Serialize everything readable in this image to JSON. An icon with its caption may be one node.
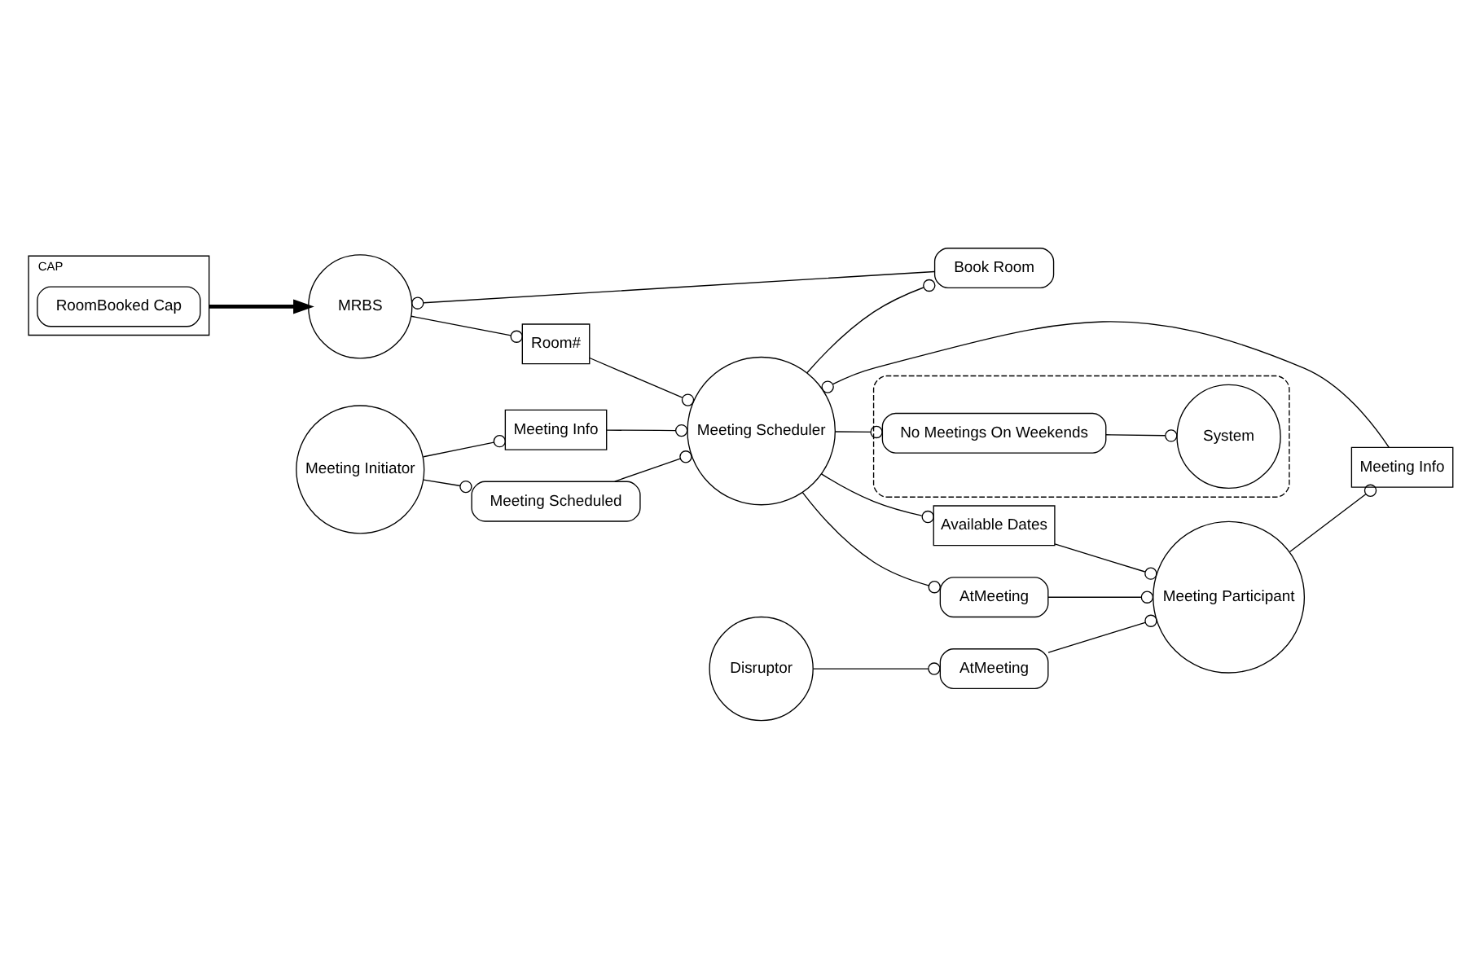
{
  "diagram": {
    "nodes": [
      {
        "text": [
          "CAP"
        ]
      },
      {
        "text": [
          "RoomBooked Cap"
        ],
        "in": 0
      },
      {
        "text": [
          "Meeting Initiator"
        ]
      },
      {
        "text": [
          "MRBS"
        ]
      },
      {
        "text": [
          "Meeting Info"
        ]
      },
      {
        "text": [
          "Meeting Scheduled"
        ]
      },
      {
        "text": [],
        "shape": "ellipse"
      },
      {
        "text": [
          "No Meetings On Weekends"
        ],
        "in": 6
      },
      {
        "text": [
          "System"
        ],
        "in": 6
      },
      {
        "text": [
          "Meeting Scheduler"
        ]
      },
      {
        "text": [
          "Meeting Info"
        ]
      },
      {
        "text": [
          "Meeting Participant"
        ]
      },
      {
        "text": [
          "Book Room"
        ]
      },
      {
        "text": [
          "AtMeeting"
        ]
      },
      {
        "text": [
          "Room#"
        ]
      },
      {
        "text": [
          "Available Dates"
        ]
      },
      {
        "text": [
          "Disruptor"
        ]
      },
      {
        "text": [
          "AtMeeting"
        ]
      }
    ],
    "edges": [
      {
        "from": 0,
        "to": 3,
        "arrow": "to",
        "style": "thick"
      },
      {
        "from": 2,
        "to": 4,
        "arrow": "other"
      },
      {
        "from": 4,
        "to": 9,
        "arrow": "other"
      },
      {
        "from": 2,
        "to": 5,
        "arrow": "other"
      },
      {
        "from": 5,
        "to": 9,
        "arrow": "other"
      },
      {
        "from": 9,
        "to": 7,
        "arrow": "other"
      },
      {
        "from": 7,
        "to": 8,
        "arrow": "other"
      },
      {
        "from": 11,
        "to": 10,
        "arrow": "other"
      },
      {
        "from": 10,
        "to": 9,
        "arrow": "other"
      },
      {
        "from": 9,
        "to": 12,
        "arrow": "other"
      },
      {
        "from": 12,
        "to": 3,
        "arrow": "other"
      },
      {
        "from": 9,
        "to": 13,
        "arrow": "other"
      },
      {
        "from": 13,
        "to": 11,
        "arrow": "other"
      },
      {
        "from": 3,
        "to": 14,
        "arrow": "other"
      },
      {
        "from": 14,
        "to": 9,
        "arrow": "other"
      },
      {
        "from": 9,
        "to": 15,
        "arrow": "other"
      },
      {
        "from": 15,
        "to": 11,
        "arrow": "other"
      },
      {
        "from": 16,
        "to": 17,
        "arrow": "other"
      },
      {
        "from": 17,
        "to": 11,
        "arrow": "other"
      }
    ]
  }
}
